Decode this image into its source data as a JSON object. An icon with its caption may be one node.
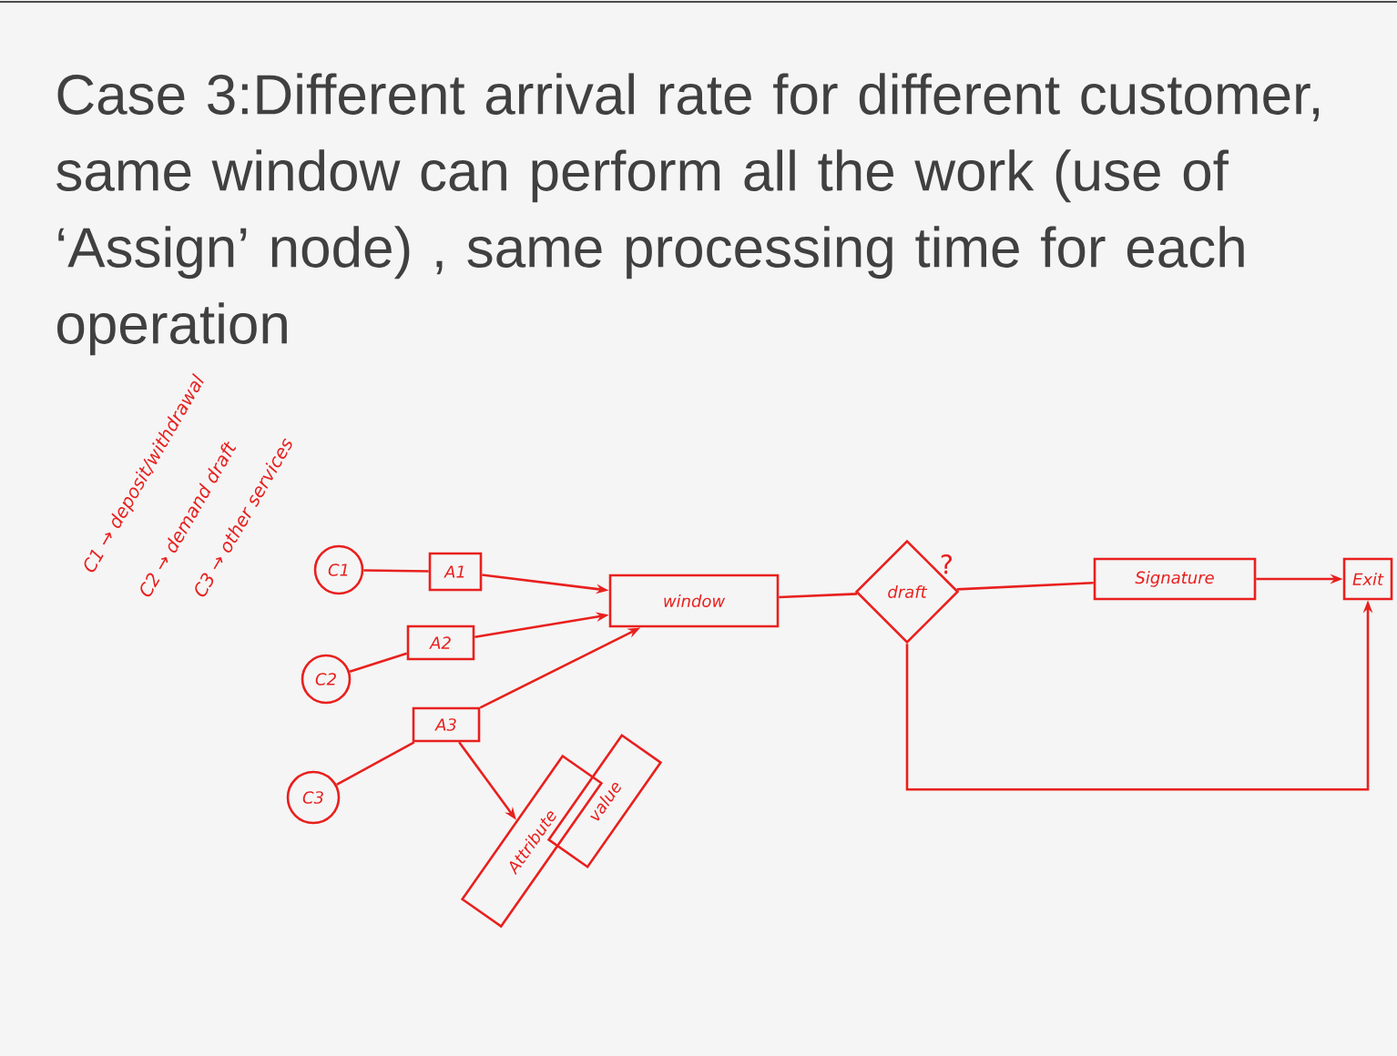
{
  "diagram": {
    "title": "Case 3:Different arrival rate for different customer, same window can perform all the work (use of ‘Assign’ node) , same processing time for each operation",
    "nodes": [
      {
        "text": [
          "C1"
        ]
      },
      {
        "text": [
          "C2"
        ]
      },
      {
        "text": [
          "C3"
        ]
      },
      {
        "text": [
          "A1"
        ]
      },
      {
        "text": [
          "A2"
        ]
      },
      {
        "text": [
          "A3"
        ]
      },
      {
        "text": [
          "window"
        ]
      },
      {
        "text": [
          "draft"
        ],
        "beside": [
          "?"
        ]
      },
      {
        "text": [
          "Signature"
        ]
      },
      {
        "text": [
          "Exit"
        ]
      },
      {
        "text": [
          "Attribute"
        ]
      },
      {
        "text": [
          "value"
        ]
      }
    ],
    "edges": [
      {
        "from": 0,
        "to": 3,
        "arrow": "none"
      },
      {
        "from": 3,
        "to": 6,
        "arrow": "to"
      },
      {
        "from": 1,
        "to": 4,
        "arrow": "none"
      },
      {
        "from": 4,
        "to": 6,
        "arrow": "to"
      },
      {
        "from": 2,
        "to": 5,
        "arrow": "none"
      },
      {
        "from": 5,
        "to": 6,
        "arrow": "to"
      },
      {
        "from": 6,
        "to": 7,
        "arrow": "none"
      },
      {
        "from": 7,
        "to": 8,
        "arrow": "none"
      },
      {
        "from": 8,
        "to": 9,
        "arrow": "to"
      },
      {
        "from": 7,
        "to": 9,
        "arrow": "to"
      },
      {
        "from": 5,
        "to": 10,
        "arrow": "to"
      }
    ],
    "labels": [
      "C1 → deposit/withdrawal",
      "C2 → demand draft",
      "C3 → other services"
    ]
  }
}
